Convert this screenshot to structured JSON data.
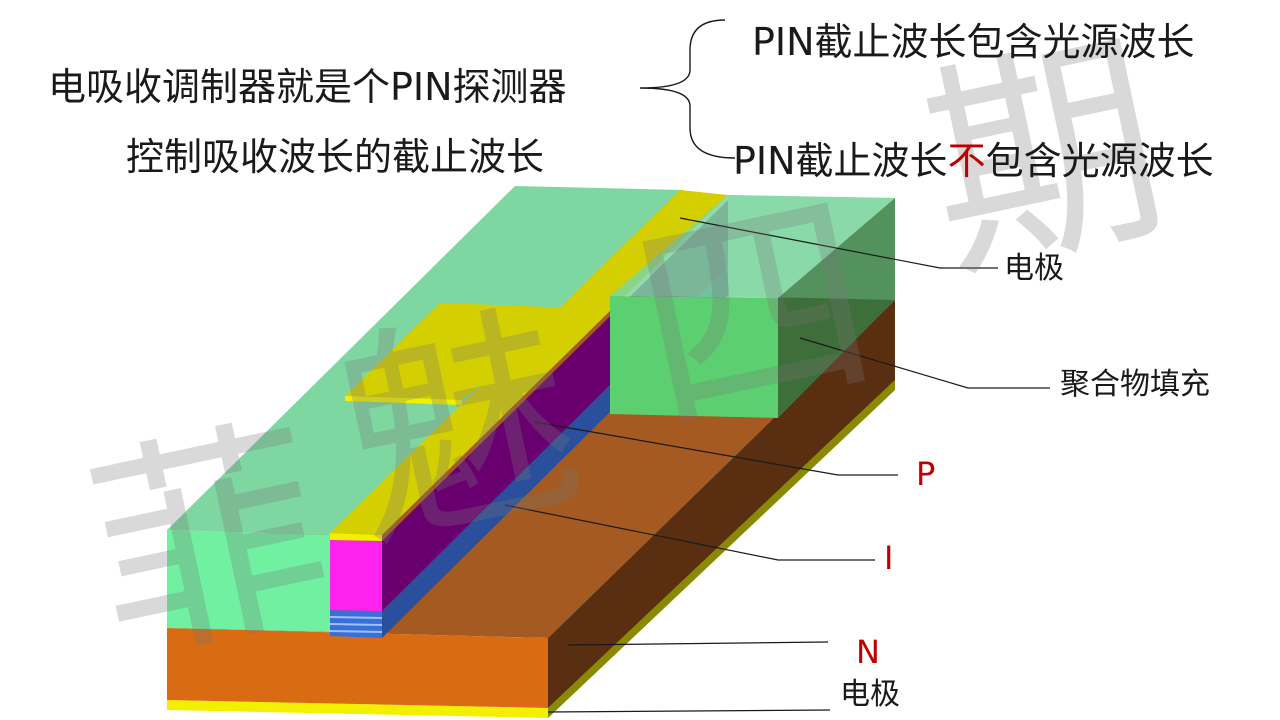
{
  "heading": {
    "line1": "电吸收调制器就是个PIN探测器",
    "line2": "控制吸收波长的截止波长"
  },
  "options": {
    "opt1": "PIN截止波长包含光源波长",
    "opt2_pre": "PIN截止波长",
    "opt2_neg": "不",
    "opt2_post": "包含光源波长"
  },
  "labels": {
    "top_electrode": "电极",
    "polymer_fill": "聚合物填充",
    "p_layer": "P",
    "i_layer": "I",
    "n_layer": "N",
    "bottom_electrode": "电极"
  },
  "watermark": [
    "菲",
    "魅",
    "四",
    "期"
  ],
  "colors": {
    "green_fill": "#7ed6a0",
    "electrode": "#d4cf00",
    "p_layer": "#ff22ee",
    "p_side": "#6a0070",
    "i_layer": "#3a6fd8",
    "n_front": "#d96b12",
    "n_top": "#a45a20",
    "n_side": "#5a2e10",
    "label_red": "#c00000"
  }
}
